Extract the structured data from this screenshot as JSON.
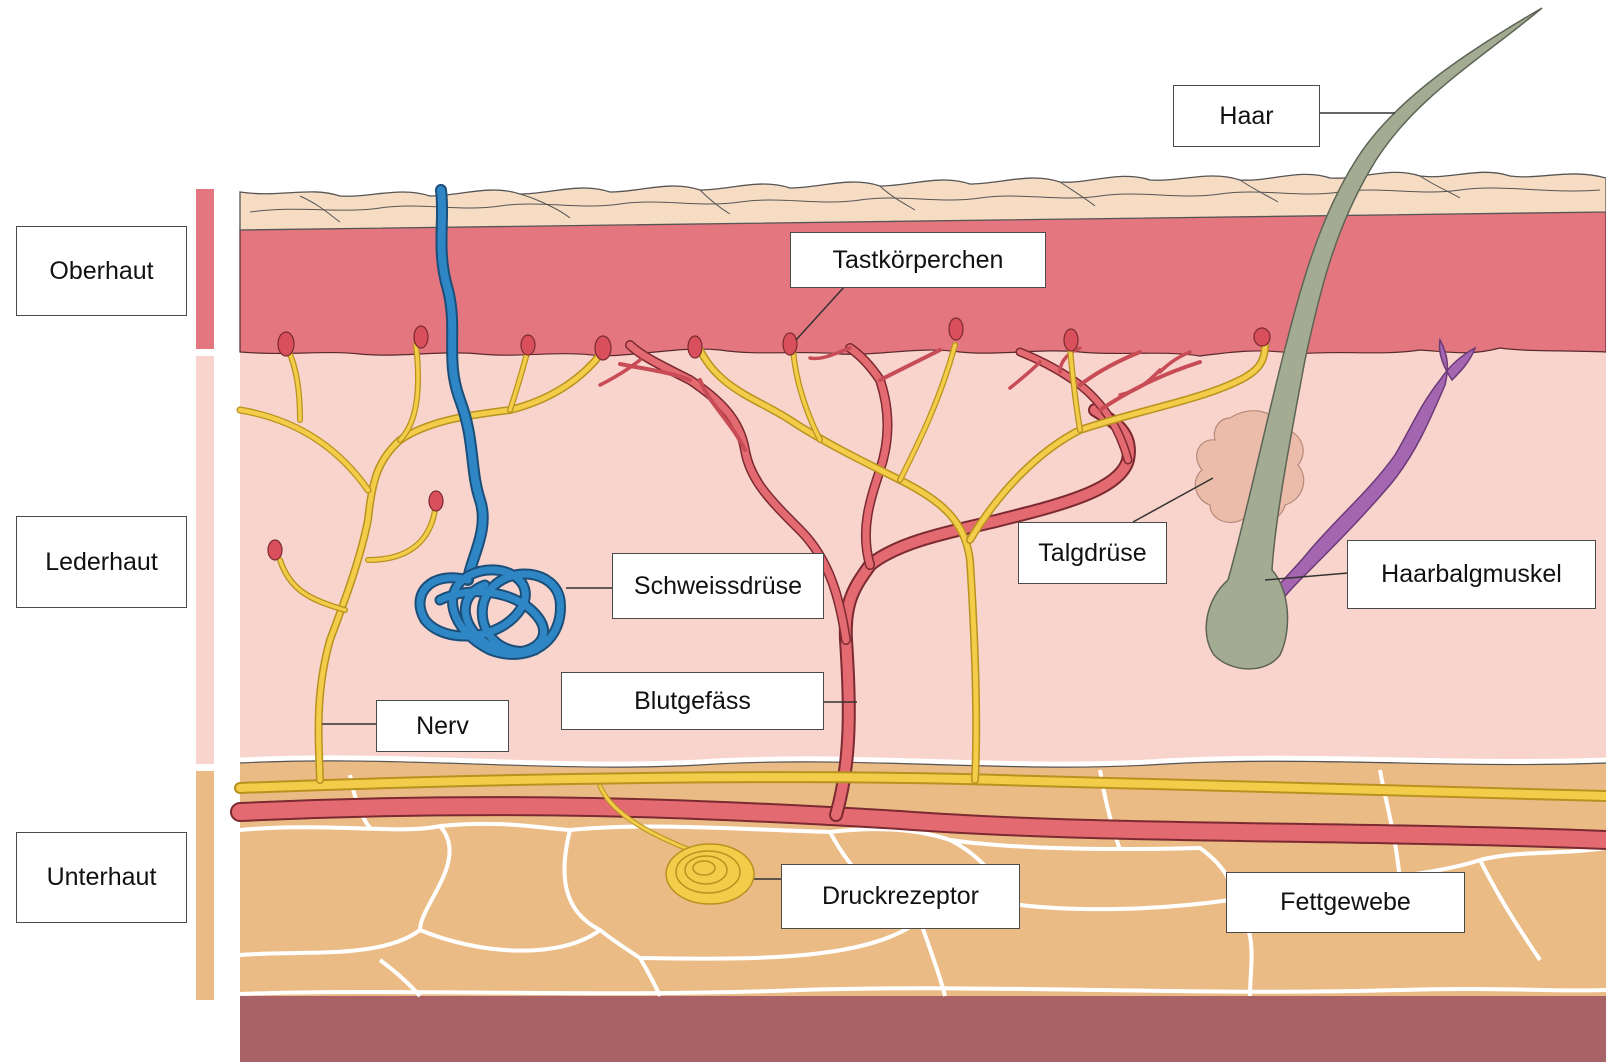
{
  "layers": [
    {
      "id": "oberhaut",
      "label": "Oberhaut"
    },
    {
      "id": "lederhaut",
      "label": "Lederhaut"
    },
    {
      "id": "unterhaut",
      "label": "Unterhaut"
    }
  ],
  "structures": {
    "haar": "Haar",
    "tastkoerperchen": "Tastkörperchen",
    "schweissdruese": "Schweissdrüse",
    "talgdruese": "Talgdrüse",
    "haarbalgmuskel": "Haarbalgmuskel",
    "blutgefaess": "Blutgefäss",
    "nerv": "Nerv",
    "druckrezeptor": "Druckrezeptor",
    "fettgewebe": "Fettgewebe"
  },
  "colors": {
    "oberhaut": "#e3767e",
    "lederhaut": "#f8d4cc",
    "unterhaut": "#ebbb86",
    "muscle_layer": "#a96266",
    "horn_scales": "#f6dcc3",
    "nerve": "#f3cc4a",
    "blood_vessel": "#e46a72",
    "sweat_gland": "#2f86c4",
    "hair": "#a3ab93",
    "sebaceous_gland": "#ecbcaa",
    "arrector_muscle": "#a466b0"
  }
}
